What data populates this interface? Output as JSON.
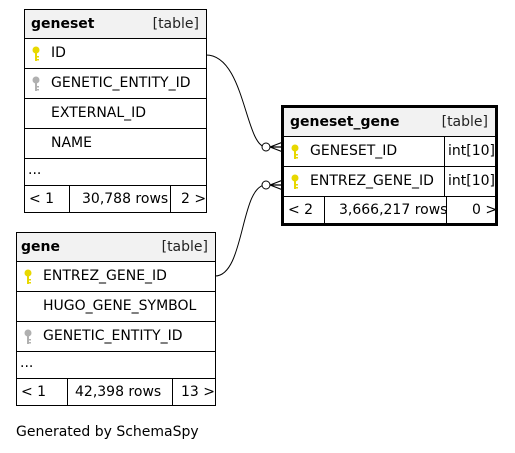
{
  "tables": {
    "geneset": {
      "name": "geneset",
      "type": "[table]",
      "rows": [
        "ID",
        "GENETIC_ENTITY_ID",
        "EXTERNAL_ID",
        "NAME"
      ],
      "ellipsis": "...",
      "footer": {
        "left": "< 1",
        "rows": "30,788 rows",
        "right": "2 >"
      }
    },
    "geneset_gene": {
      "name": "geneset_gene",
      "type": "[table]",
      "rows": [
        {
          "name": "GENESET_ID",
          "type": "int[10]"
        },
        {
          "name": "ENTREZ_GENE_ID",
          "type": "int[10]"
        }
      ],
      "footer": {
        "left": "< 2",
        "rows": "3,666,217 rows",
        "right": "0 >"
      }
    },
    "gene": {
      "name": "gene",
      "type": "[table]",
      "rows": [
        "ENTREZ_GENE_ID",
        "HUGO_GENE_SYMBOL",
        "GENETIC_ENTITY_ID"
      ],
      "ellipsis": "...",
      "footer": {
        "left": "< 1",
        "rows": "42,398 rows",
        "right": "13 >"
      }
    }
  },
  "icons": {
    "primary_key": "key-icon-yellow",
    "foreign_key": "key-icon-gray",
    "primary_key_color": "#e8d800",
    "foreign_key_color": "#b0b0b0"
  },
  "generated_by": "Generated by SchemaSpy"
}
